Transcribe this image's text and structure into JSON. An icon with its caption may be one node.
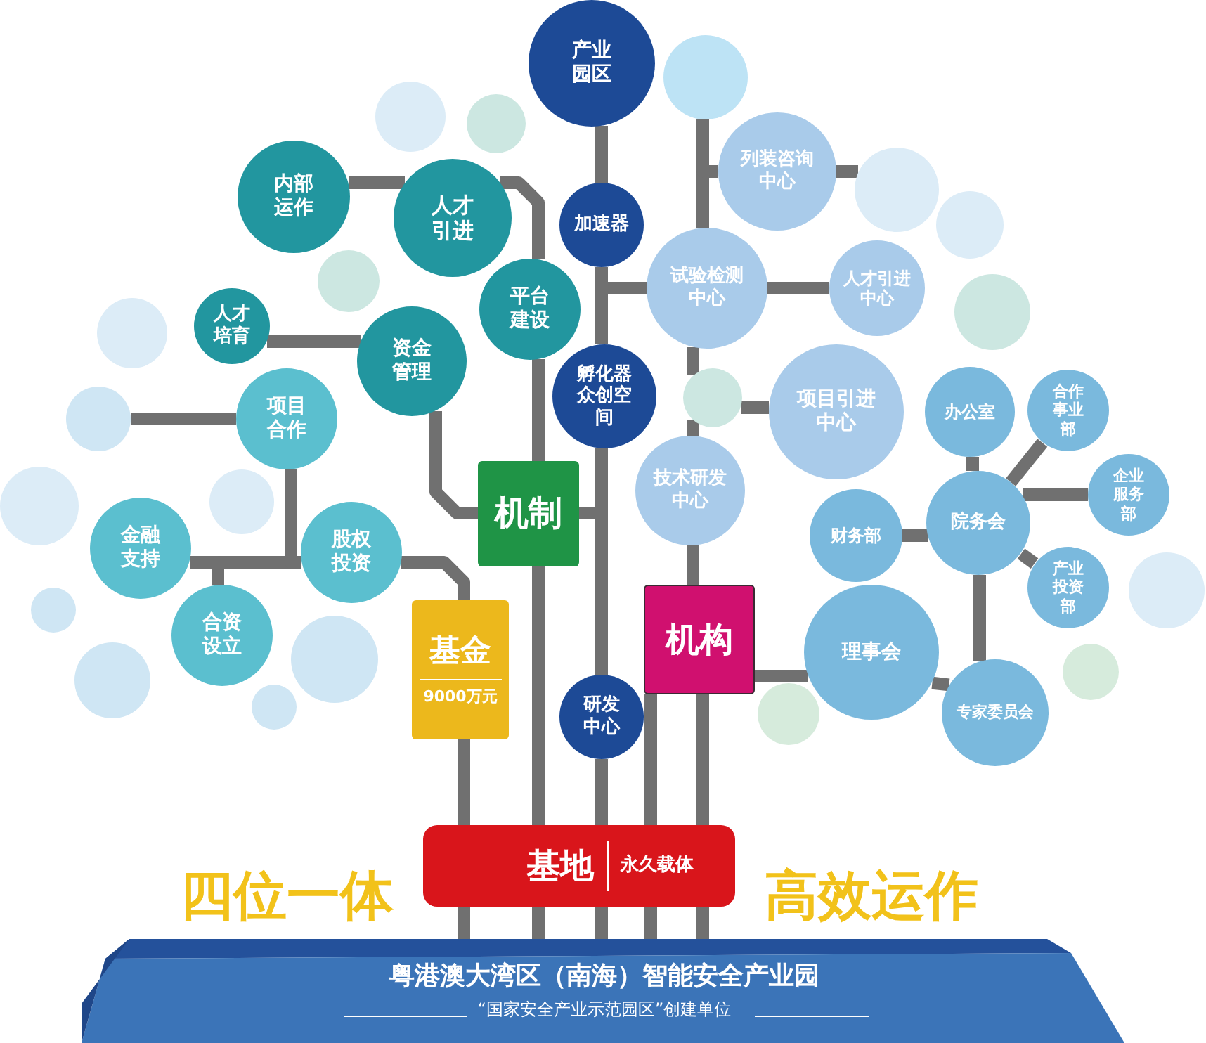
{
  "diagram": {
    "nodes": [
      {
        "text": [
          "产业园区"
        ]
      },
      {
        "text": [
          "加速器"
        ]
      },
      {
        "text": [
          "孵化器众创空间"
        ]
      },
      {
        "text": [
          "研发中心"
        ]
      },
      {
        "text": [
          "机制"
        ]
      },
      {
        "text": [
          "基金",
          "9000万元"
        ]
      },
      {
        "text": [
          "机构"
        ]
      },
      {
        "text": [
          "基地",
          "永久载体"
        ]
      },
      {
        "text": [
          "粤港澳大湾区（南海）智能安全产业园",
          "“国家安全产业示范园区”创建单位"
        ]
      },
      {
        "text": [
          "内部运作"
        ]
      },
      {
        "text": [
          "人才引进"
        ]
      },
      {
        "text": [
          "平台建设"
        ]
      },
      {
        "text": [
          "人才培育"
        ]
      },
      {
        "text": [
          "资金管理"
        ]
      },
      {
        "text": [
          "项目合作"
        ]
      },
      {
        "text": [
          "金融支持"
        ]
      },
      {
        "text": [
          "股权投资"
        ]
      },
      {
        "text": [
          "合资设立"
        ]
      },
      {
        "text": [
          "列装咨询中心"
        ]
      },
      {
        "text": [
          "试验检测中心"
        ]
      },
      {
        "text": [
          "人才引进中心"
        ]
      },
      {
        "text": [
          "项目引进中心"
        ]
      },
      {
        "text": [
          "技术研发中心"
        ]
      },
      {
        "text": [
          "办公室"
        ]
      },
      {
        "text": [
          "合作事业部"
        ]
      },
      {
        "text": [
          "企业服务部"
        ]
      },
      {
        "text": [
          "院务会"
        ]
      },
      {
        "text": [
          "财务部"
        ]
      },
      {
        "text": [
          "产业投资部"
        ]
      },
      {
        "text": [
          "理事会"
        ]
      },
      {
        "text": [
          "专家委员会"
        ]
      },
      {
        "text": [],
        "shape": "circle"
      },
      {
        "text": [],
        "shape": "circle"
      },
      {
        "text": [],
        "shape": "circle"
      },
      {
        "text": [],
        "shape": "circle"
      },
      {
        "text": [],
        "shape": "circle"
      },
      {
        "text": [],
        "shape": "circle"
      },
      {
        "text": [],
        "shape": "circle"
      },
      {
        "text": [],
        "shape": "circle"
      },
      {
        "text": [],
        "shape": "circle"
      },
      {
        "text": [],
        "shape": "circle"
      },
      {
        "text": [],
        "shape": "circle"
      },
      {
        "text": [],
        "shape": "circle"
      },
      {
        "text": [],
        "shape": "circle"
      },
      {
        "text": [],
        "shape": "circle"
      },
      {
        "text": [],
        "shape": "circle"
      },
      {
        "text": [],
        "shape": "circle"
      },
      {
        "text": [],
        "shape": "circle"
      },
      {
        "text": [],
        "shape": "circle"
      },
      {
        "text": [],
        "shape": "circle"
      }
    ],
    "edges": [
      {
        "from": 8,
        "to": 7,
        "arrow": "none"
      },
      {
        "from": 8,
        "to": 7,
        "arrow": "none"
      },
      {
        "from": 8,
        "to": 7,
        "arrow": "none"
      },
      {
        "from": 8,
        "to": 7,
        "arrow": "none"
      },
      {
        "from": 8,
        "to": 7,
        "arrow": "none"
      },
      {
        "from": 7,
        "to": 5,
        "arrow": "none"
      },
      {
        "from": 7,
        "to": 4,
        "arrow": "none"
      },
      {
        "from": 7,
        "to": 3,
        "arrow": "none"
      },
      {
        "from": 7,
        "to": 6,
        "arrow": "none"
      },
      {
        "from": 7,
        "to": 6,
        "arrow": "none"
      },
      {
        "from": 3,
        "to": 2,
        "arrow": "none"
      },
      {
        "from": 2,
        "to": 1,
        "arrow": "none"
      },
      {
        "from": 1,
        "to": 0,
        "arrow": "none"
      },
      {
        "from": 4,
        "to": 11,
        "arrow": "none"
      },
      {
        "from": 11,
        "to": 10,
        "arrow": "none"
      },
      {
        "from": 10,
        "to": 9,
        "arrow": "none"
      },
      {
        "from": 13,
        "to": 4,
        "arrow": "none"
      },
      {
        "from": 13,
        "to": 12,
        "arrow": "none"
      },
      {
        "from": 5,
        "to": 16,
        "arrow": "none"
      },
      {
        "from": 15,
        "to": 16,
        "arrow": "none"
      },
      {
        "from": 14,
        "to": 16,
        "arrow": "none"
      },
      {
        "from": 17,
        "to": 15,
        "arrow": "none"
      },
      {
        "from": 14,
        "to": 35,
        "arrow": "none"
      },
      {
        "from": 4,
        "to": null,
        "arrow": "none"
      },
      {
        "from": 6,
        "to": 22,
        "arrow": "none"
      },
      {
        "from": 22,
        "to": 46,
        "arrow": "none"
      },
      {
        "from": 46,
        "to": 19,
        "arrow": "none"
      },
      {
        "from": 46,
        "to": 21,
        "arrow": "none"
      },
      {
        "from": 19,
        "to": 20,
        "arrow": "none"
      },
      {
        "from": 19,
        "to": null,
        "arrow": "none"
      },
      {
        "from": 19,
        "to": 42,
        "arrow": "none"
      },
      {
        "from": 18,
        "to": 42,
        "arrow": "none"
      },
      {
        "from": 18,
        "to": 43,
        "arrow": "none"
      },
      {
        "from": 6,
        "to": 29,
        "arrow": "none"
      },
      {
        "from": 29,
        "to": 30,
        "arrow": "none"
      },
      {
        "from": 30,
        "to": 26,
        "arrow": "none"
      },
      {
        "from": 26,
        "to": 23,
        "arrow": "none"
      },
      {
        "from": 26,
        "to": 24,
        "arrow": "none"
      },
      {
        "from": 26,
        "to": 25,
        "arrow": "none"
      },
      {
        "from": 26,
        "to": 28,
        "arrow": "none"
      },
      {
        "from": 26,
        "to": 27,
        "arrow": "none"
      }
    ],
    "labels": [
      "四位一体",
      "高效运作"
    ]
  }
}
